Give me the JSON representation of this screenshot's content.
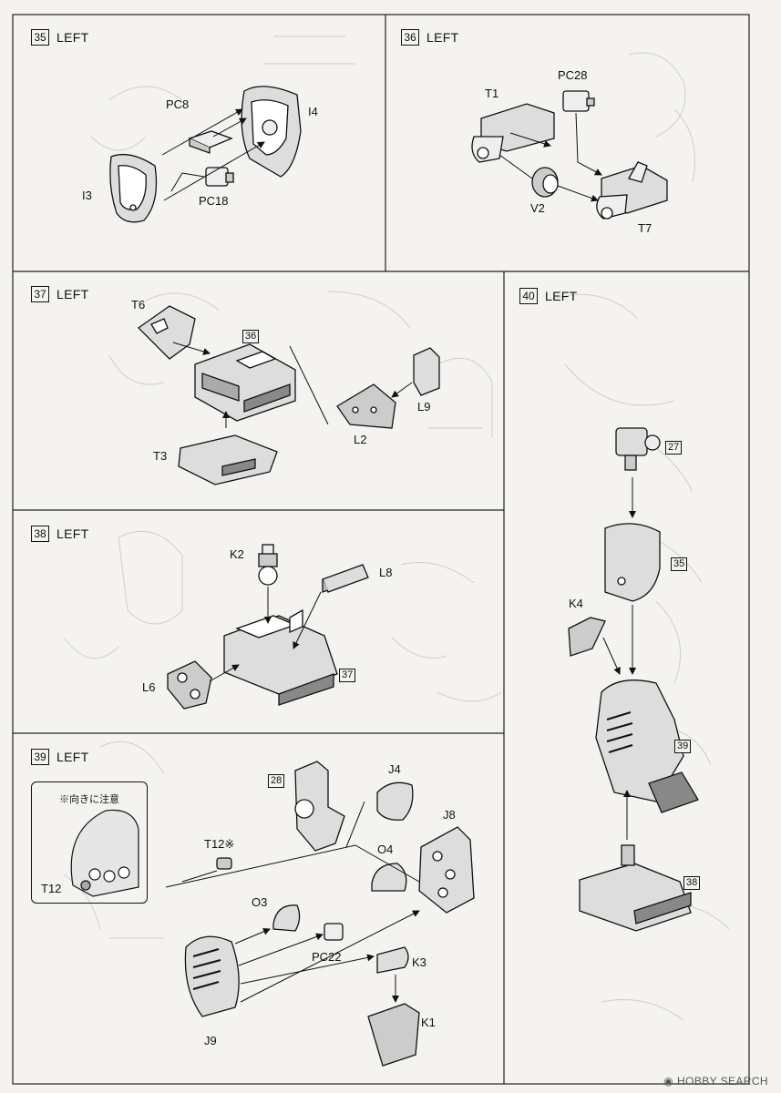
{
  "steps": {
    "s35": {
      "num": "35",
      "side": "LEFT",
      "parts": [
        "PC8",
        "I4",
        "I3",
        "PC18"
      ]
    },
    "s36": {
      "num": "36",
      "side": "LEFT",
      "parts": [
        "T1",
        "PC28",
        "V2",
        "T7"
      ]
    },
    "s37": {
      "num": "37",
      "side": "LEFT",
      "parts": [
        "T6",
        "L9",
        "L2",
        "T3"
      ],
      "ref": "36"
    },
    "s38": {
      "num": "38",
      "side": "LEFT",
      "parts": [
        "K2",
        "L8",
        "L6"
      ],
      "ref": "37"
    },
    "s39": {
      "num": "39",
      "side": "LEFT",
      "parts": [
        "J4",
        "J8",
        "T12※",
        "O4",
        "O3",
        "PC22",
        "K3",
        "J9",
        "K1"
      ],
      "ref": "28",
      "inset_note": "※向きに注意",
      "inset_part": "T12"
    },
    "s40": {
      "num": "40",
      "side": "LEFT",
      "parts": [
        "K4"
      ],
      "refs": [
        "27",
        "35",
        "39",
        "38"
      ]
    }
  },
  "watermark": "HOBBY SEARCH"
}
